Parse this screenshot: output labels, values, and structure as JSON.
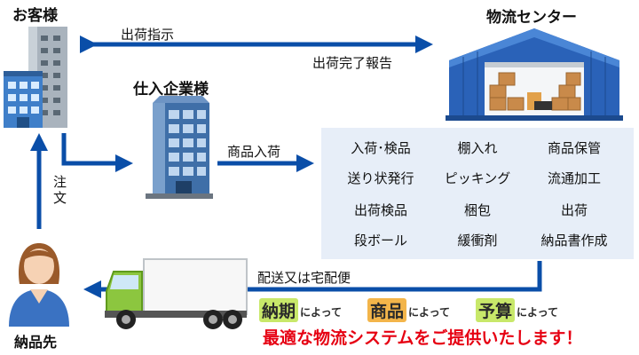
{
  "nodes": {
    "customer": "お客様",
    "logistics_center": "物流センター",
    "supplier": "仕入企業様",
    "delivery_destination": "納品先"
  },
  "flows": {
    "shipping_instruction": "出荷指示",
    "shipping_complete_report": "出荷完了報告",
    "goods_arrival": "商品入荷",
    "order": "注文",
    "delivery": "配送又は宅配便"
  },
  "services": [
    "入荷･検品",
    "棚入れ",
    "商品保管",
    "送り状発行",
    "ピッキング",
    "流通加工",
    "出荷検品",
    "梱包",
    "出荷",
    "段ボール",
    "緩衝剤",
    "納品書作成"
  ],
  "tagline": {
    "word1": "納期",
    "word2": "商品",
    "word3": "予算",
    "connector": "によって",
    "banner": "最適な物流システムをご提供いたします！"
  },
  "colors": {
    "arrow": "#0a4ea8",
    "service_box": "#e7eef8",
    "banner_text": "#e60012",
    "tag_green": "#c8e86a",
    "tag_orange": "#f3b54a"
  }
}
